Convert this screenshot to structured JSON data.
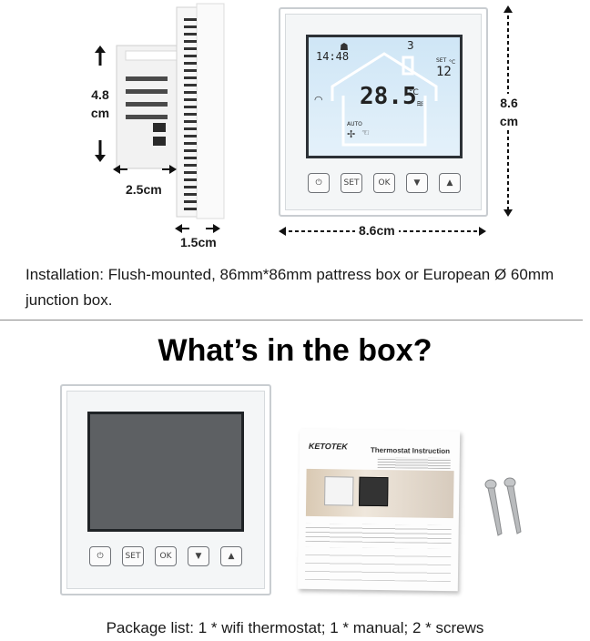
{
  "dimensions": {
    "height_left": "4.8\ncm",
    "depth": "2.5cm",
    "frame_depth": "1.5cm",
    "width": "8.6cm",
    "height_right": "8.6\ncm"
  },
  "lcd": {
    "time": "14:48",
    "day": "3",
    "set_label": "SET",
    "set_temp": "12",
    "temp_unit": "°C",
    "room_temp": "28.5",
    "auto_label": "AUTO"
  },
  "buttons": {
    "power": "⏻",
    "set": "SET",
    "ok": "OK",
    "down": "▼",
    "up": "▲"
  },
  "installation_text": "Installation: Flush-mounted, 86mm*86mm pattress box or European Ø 60mm junction box.",
  "box_heading": "What’s in the box?",
  "manual": {
    "brand": "KETOTEK",
    "title": "Thermostat Instruction"
  },
  "package_list": "Package list: 1 * wifi thermostat; 1 * manual; 2 * screws"
}
